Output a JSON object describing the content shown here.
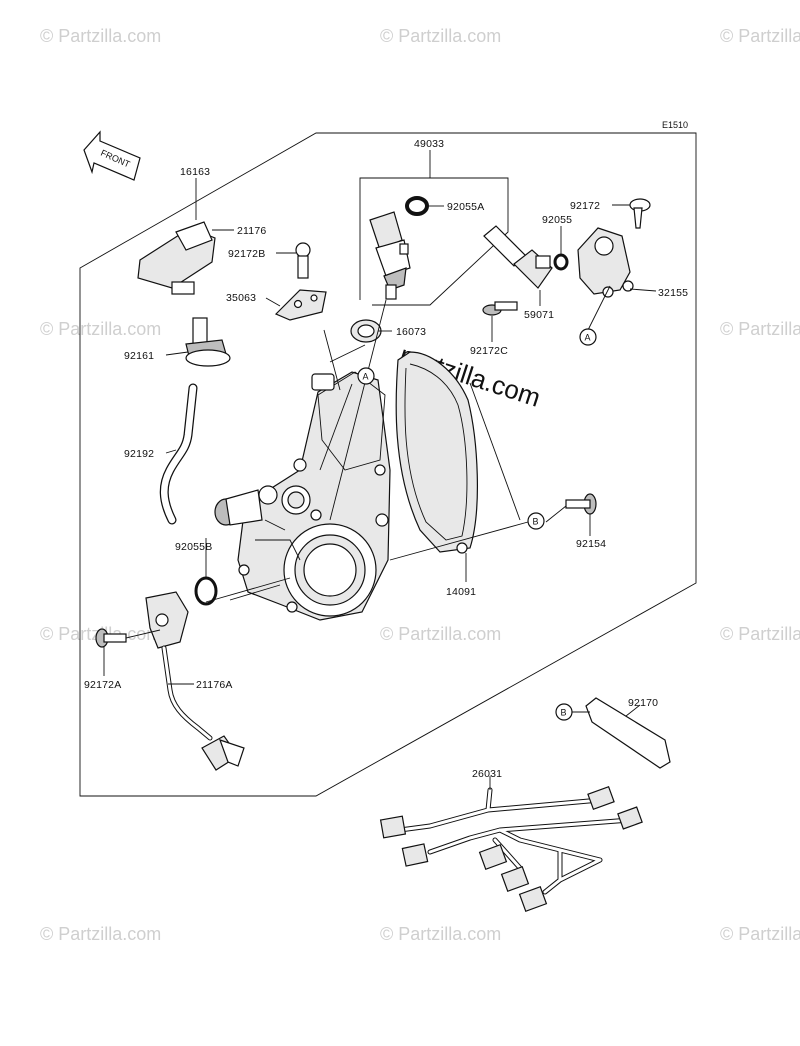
{
  "diagram_code": "E1510",
  "front_label": "FRONT",
  "watermark": {
    "text": "© Partzilla.com",
    "center_text": "partzilla.com"
  },
  "callouts": {
    "c16163": "16163",
    "c49033": "49033",
    "c92055A": "92055A",
    "c92172": "92172",
    "c92055": "92055",
    "c32155": "32155",
    "c59071": "59071",
    "c21176": "21176",
    "c92172B": "92172B",
    "c35063": "35063",
    "c16073": "16073",
    "c92172C": "92172C",
    "c92161": "92161",
    "c92192": "92192",
    "c92055B": "92055B",
    "c92154": "92154",
    "c14091": "14091",
    "c92172A": "92172A",
    "c21176A": "21176A",
    "c92170": "92170",
    "c26031": "26031"
  },
  "ref_markers": {
    "a1": "A",
    "a2": "A",
    "b1": "B",
    "b2": "B"
  }
}
